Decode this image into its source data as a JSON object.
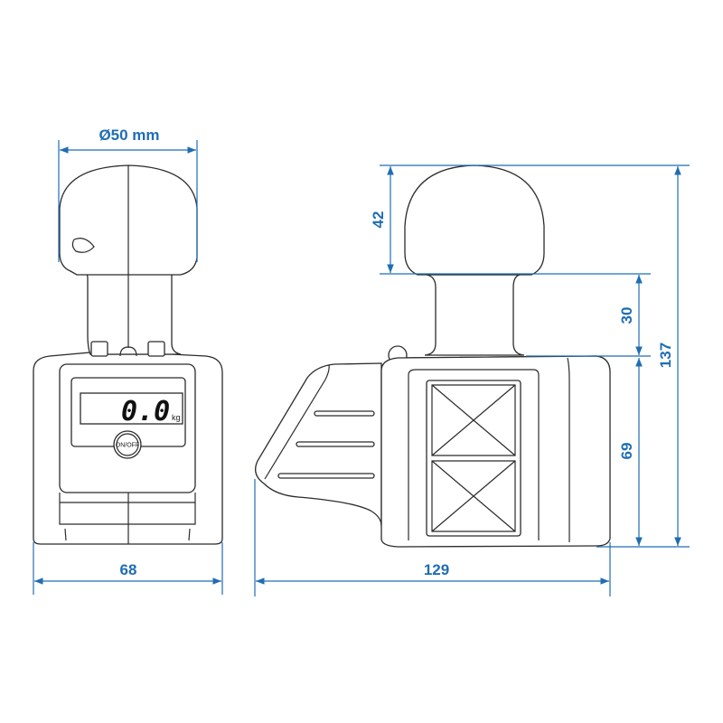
{
  "front_view": {
    "ball_diameter_label": "Ø50 mm",
    "width_label": "68",
    "display_value": "0.0",
    "display_unit": "kg",
    "button_label": "ON/OFF"
  },
  "side_view": {
    "ball_height_label": "42",
    "neck_height_label": "30",
    "body_height_label": "69",
    "total_height_label": "137",
    "length_label": "129"
  },
  "colors": {
    "dimension": "#1f6db3",
    "outline": "#2b2b2b"
  }
}
